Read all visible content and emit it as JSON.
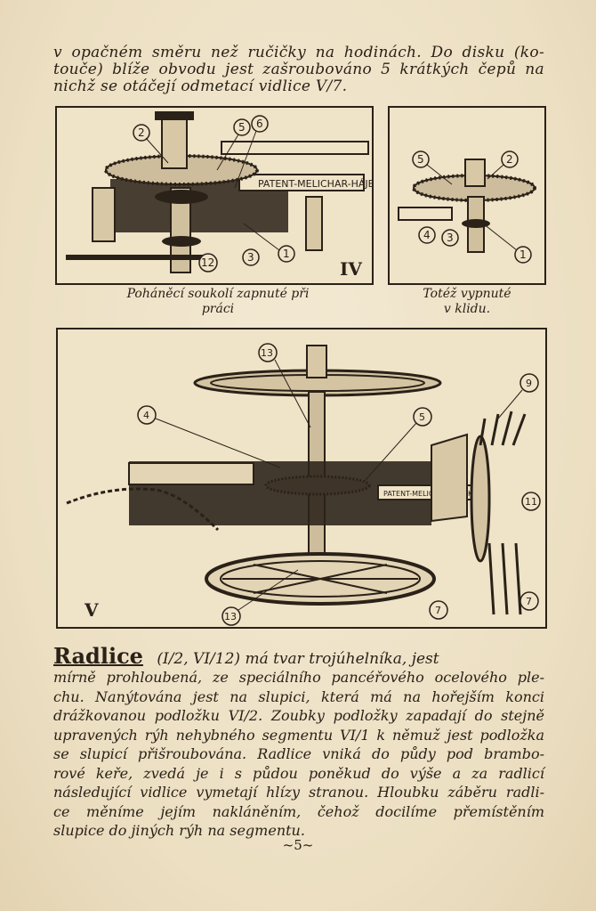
{
  "intro": {
    "line1": "v opačném směru než ručičky na hodinách. Do disku (ko-",
    "line2": "touče) blíže obvodu jest zašroubováno 5 krátkých čepů na",
    "line3": "nichž se otáčejí odmetací vidlice V/7."
  },
  "figure4": {
    "roman": "IV",
    "patent": "PATENT-MELICHAR-HÁJEK",
    "callouts": [
      "2",
      "5",
      "6",
      "1",
      "3",
      "12"
    ],
    "caption_line1": "Poháněcí soukolí zapnuté při",
    "caption_line2": "práci"
  },
  "figure4b": {
    "callouts": [
      "5",
      "2",
      "4",
      "3",
      "1"
    ],
    "caption_line1": "Totéž vypnuté",
    "caption_line2": "v klidu."
  },
  "figure5": {
    "roman": "V",
    "patent": "PATENT-MELICHAR-HÁJEK",
    "callouts": [
      "13",
      "4",
      "5",
      "9",
      "11",
      "7",
      "13"
    ]
  },
  "section": {
    "title": "Radlice",
    "title_rest": "(I/2, VI/12) má tvar trojúhelníka, jest",
    "lines": [
      "mírně prohloubená, ze speciálního pancéřového ocelového ple-",
      "chu. Nanýtována jest na slupici, která má na hořejším konci",
      "drážkovanou podložku VI/2. Zoubky podložky zapadají do stejně",
      "upravených rýh nehybného segmentu VI/1 k němuž jest podložka",
      "se slupicí přišroubována. Radlice vniká do půdy pod brambo-",
      "rové keře, zvedá je i s půdou poněkud do výše a za radlicí",
      "následující vidlice vymetají hlízy stranou. Hloubku záběru radli-",
      "ce měníme jejím nakláněním, čehož docilíme přemístěním",
      "slupice do jiných rýh na segmentu."
    ]
  },
  "page_number": "~5~"
}
